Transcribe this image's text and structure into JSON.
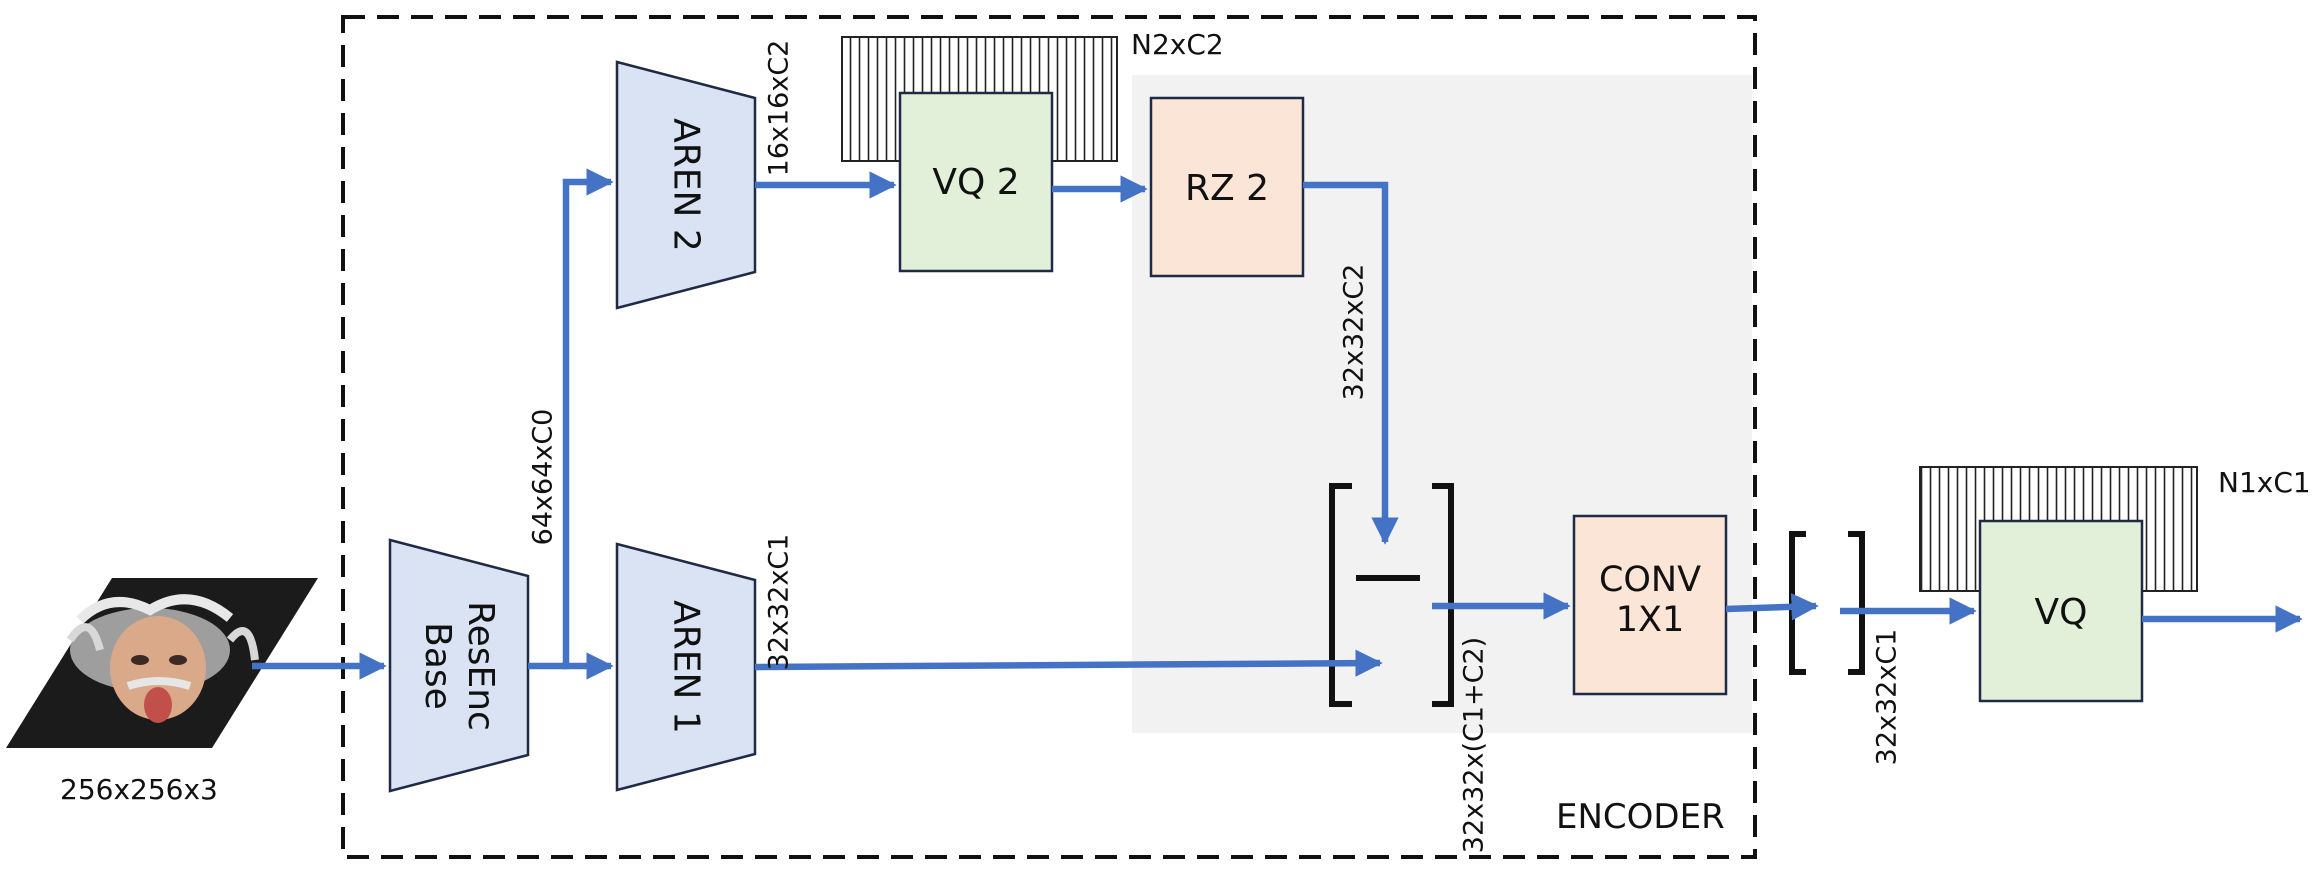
{
  "input": {
    "dim": "256x256x3"
  },
  "encoder": {
    "label": "ENCODER"
  },
  "blocks": {
    "resenc": "ResEnc\nBase",
    "aren1": "AREN 1",
    "aren2": "AREN 2",
    "vq2": "VQ 2",
    "rz2": "RZ 2",
    "conv": "CONV\n1X1",
    "vq": "VQ"
  },
  "dims": {
    "after_resenc": "64x64xC0",
    "after_aren2": "16x16xC2",
    "after_aren1": "32x32xC1",
    "after_rz2": "32x32xC2",
    "concat": "32x32x(C1+C2)",
    "after_conv": "32x32xC1"
  },
  "codebooks": {
    "vq2": "N2xC2",
    "vq": "N1xC1"
  },
  "colors": {
    "arrow": "#4472C4",
    "trapezoid": "#DAE3F3",
    "vq_fill": "#E2F0D9",
    "rz_fill": "#FBE5D6",
    "encoder_bg": "#F2F2F2",
    "stroke": "#1F2A44"
  }
}
